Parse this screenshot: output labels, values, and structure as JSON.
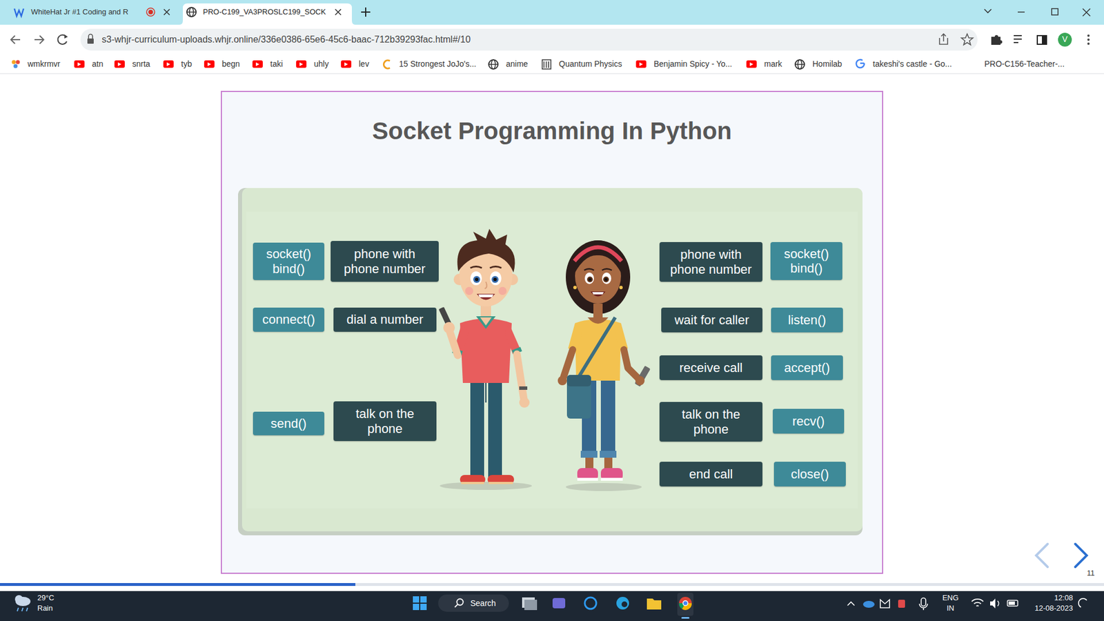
{
  "diagram": {
    "title": "Socket Programming In Python",
    "nodes": [
      {
        "text": [
          "socket() bind()"
        ]
      },
      {
        "text": [
          "phone with phone number"
        ]
      },
      {
        "text": [
          "phone with phone number"
        ]
      },
      {
        "text": [
          "socket() bind()"
        ]
      },
      {
        "text": [
          "connect()"
        ]
      },
      {
        "text": [
          "dial a number"
        ]
      },
      {
        "text": [
          "wait for caller"
        ]
      },
      {
        "text": [
          "listen()"
        ]
      },
      {
        "text": [
          "receive call"
        ]
      },
      {
        "text": [
          "accept()"
        ]
      },
      {
        "text": [
          "send()"
        ]
      },
      {
        "text": [
          "talk on the phone"
        ]
      },
      {
        "text": [
          "talk on the phone"
        ]
      },
      {
        "text": [
          "recv()"
        ]
      },
      {
        "text": [
          "end call"
        ]
      },
      {
        "text": [
          "close()"
        ]
      }
    ],
    "labels": [
      "WhiteHat Jr #1 Coding and R",
      "PRO-C199_VA3PROSLC199_SOCK",
      "s3-whjr-curriculum-uploads.whjr.online/336e0386-65e6-45c6-baac-712b39293fac.html#/10",
      "V",
      "wmkrmvr",
      "atn",
      "snrta",
      "tyb",
      "begn",
      "taki",
      "uhly",
      "lev",
      "15 Strongest JoJo's...",
      "anime",
      "Quantum Physics",
      "Benjamin Spicy - Yo...",
      "mark",
      "Homilab",
      "takeshi's castle - Go...",
      "PRO-C156-Teacher-...",
      "11",
      "29°C",
      "Rain",
      "Search",
      "ENG",
      "IN",
      "12:08",
      "12-08-2023"
    ]
  }
}
